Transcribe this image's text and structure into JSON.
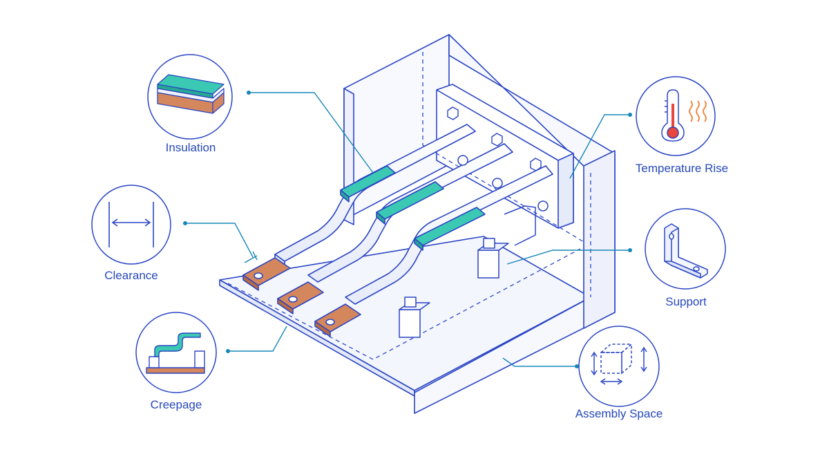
{
  "colors": {
    "line": "#2a45c4",
    "leader": "#1787b8",
    "dash": "#3a55cc",
    "copper": "#d4875c",
    "copper_dark": "#b86a42",
    "insulation": "#3cc9b4",
    "insulation_dark": "#26a894",
    "bus_fill": "#ffffff",
    "label": "#2648b8",
    "thermo_red": "#e8453c",
    "heat_wave": "#f0813a"
  },
  "callouts": {
    "insulation": {
      "label": "Insulation",
      "icon": "insulation-layers-icon"
    },
    "clearance": {
      "label": "Clearance",
      "icon": "clearance-arrow-icon"
    },
    "creepage": {
      "label": "Creepage",
      "icon": "creepage-path-icon"
    },
    "temperature_rise": {
      "label": "Temperature Rise",
      "icon": "thermometer-icon"
    },
    "support": {
      "label": "Support",
      "icon": "support-bracket-icon"
    },
    "assembly_space": {
      "label": "Assembly Space",
      "icon": "assembly-cube-icon"
    }
  }
}
